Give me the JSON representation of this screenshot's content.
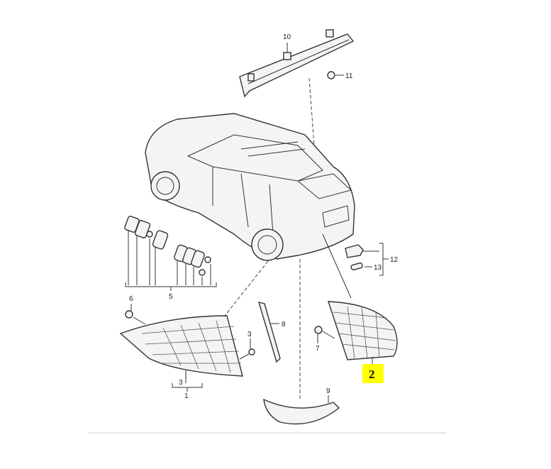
{
  "diagram": {
    "callouts": {
      "c10": "10",
      "c11": "11",
      "c12": "12",
      "c13": "13",
      "c6": "6",
      "c5": "5",
      "c3a": "3",
      "c3b": "3",
      "c1": "1",
      "c8": "8",
      "c7": "7",
      "c2": "2",
      "c9": "9"
    },
    "highlight_color": "#ffff00"
  }
}
